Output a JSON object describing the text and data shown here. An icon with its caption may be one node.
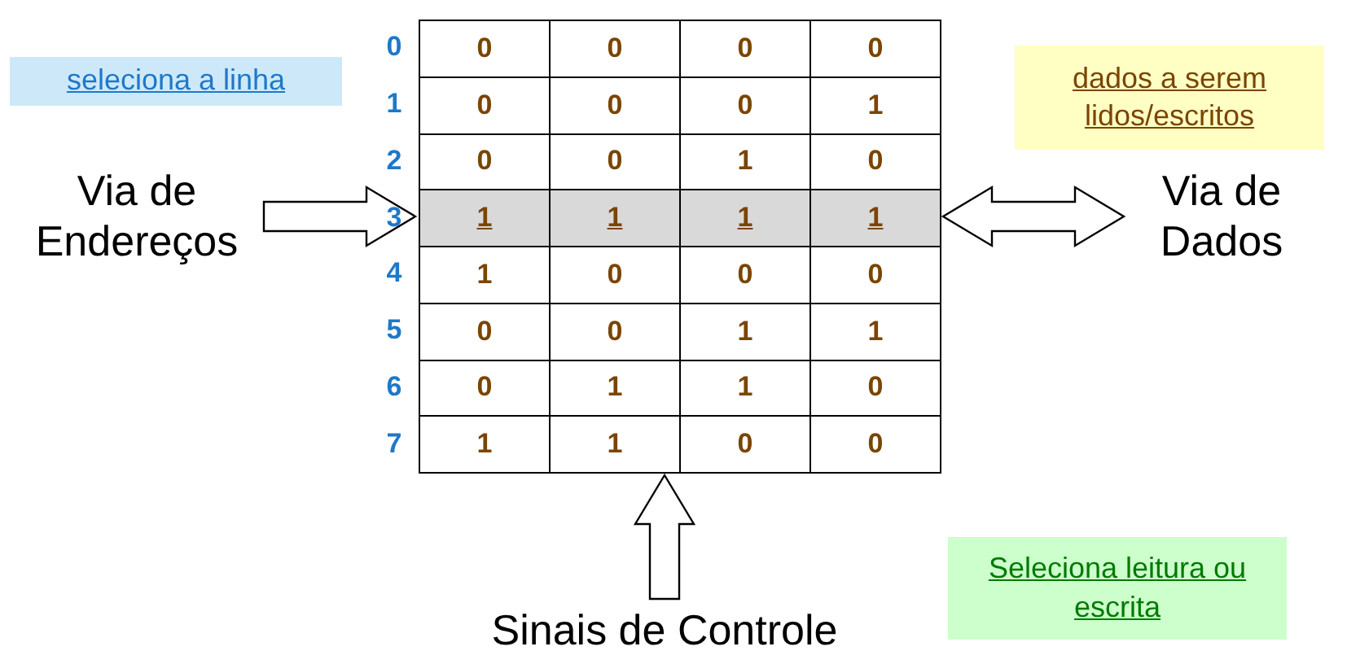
{
  "diagram": {
    "nodes": [
      {
        "text": [
          "Via de Endereços"
        ]
      },
      {
        "text": [],
        "shape": "box"
      },
      {
        "text": [
          "Via de Dados"
        ]
      },
      {
        "text": [
          "Sinais de Controle"
        ]
      },
      {
        "text": [
          "seleciona a linha"
        ]
      },
      {
        "text": [
          "dados a serem lidos/escritos"
        ]
      },
      {
        "text": [
          "Seleciona leitura ou escrita"
        ]
      }
    ],
    "edges": [
      {
        "from": 0,
        "to": 1,
        "arrow": "to"
      },
      {
        "from": 1,
        "to": 2,
        "arrow": "both"
      },
      {
        "from": 3,
        "to": 1,
        "arrow": "to"
      }
    ],
    "labels": [
      "0",
      "0",
      "0",
      "0",
      "0",
      "1",
      "0",
      "0",
      "0",
      "1",
      "2",
      "0",
      "0",
      "1",
      "0",
      "3",
      "1",
      "1",
      "1",
      "1",
      "4",
      "1",
      "0",
      "0",
      "0",
      "5",
      "0",
      "0",
      "1",
      "1",
      "6",
      "0",
      "1",
      "1",
      "0",
      "7",
      "1",
      "1",
      "0",
      "0"
    ]
  }
}
